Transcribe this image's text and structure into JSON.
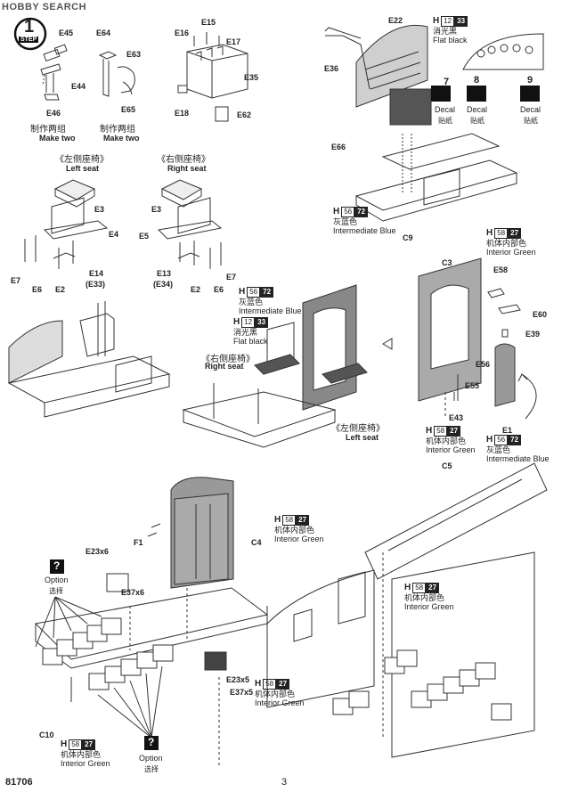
{
  "watermark": "HOBBY SEARCH",
  "step": {
    "label": "STEP",
    "number": "1"
  },
  "footer": {
    "code": "81706",
    "page": "3"
  },
  "parts": {
    "e45": "E45",
    "e44": "E44",
    "e46": "E46",
    "e64": "E64",
    "e63": "E63",
    "e65": "E65",
    "e16": "E16",
    "e15": "E15",
    "e17": "E17",
    "e35": "E35",
    "e18": "E18",
    "e62": "E62",
    "e22": "E22",
    "e36": "E36",
    "e66": "E66",
    "c9": "C9",
    "e3a": "E3",
    "e4": "E4",
    "e7a": "E7",
    "e6a": "E6",
    "e2a": "E2",
    "e14": "E14",
    "e33": "(E33)",
    "e3b": "E3",
    "e5": "E5",
    "e7b": "E7",
    "e6b": "E6",
    "e2b": "E2",
    "e13": "E13",
    "e34": "(E34)",
    "c3": "C3",
    "e58": "E58",
    "e60": "E60",
    "e39": "E39",
    "e56": "E56",
    "e55": "E55",
    "e43": "E43",
    "e1": "E1",
    "c5": "C5",
    "f1": "F1",
    "c4": "C4",
    "e23x6": "E23x6",
    "e37x6": "E37x6",
    "e23x5": "E23x5",
    "e37x5": "E37x5",
    "c10": "C10"
  },
  "make_two": {
    "cn": "制作两组",
    "en": "Make two"
  },
  "seats": {
    "left_cn": "《左侧座椅》",
    "left_en": "Left seat",
    "right_cn": "《右侧座椅》",
    "right_en": "Right seat"
  },
  "paints": {
    "flat_black": {
      "h": "H",
      "n1": "12",
      "n2": "33",
      "cn": "消光黑",
      "en": "Flat black"
    },
    "intermediate_blue": {
      "h": "H",
      "n1": "56",
      "n2": "72",
      "cn": "灰蓝色",
      "en": "Intermediate Blue"
    },
    "interior_green": {
      "h": "H",
      "n1": "58",
      "n2": "27",
      "cn": "机体内部色",
      "en": "Interior Green"
    }
  },
  "decals": [
    {
      "num": "7",
      "en": "Decal",
      "cn": "贴纸"
    },
    {
      "num": "8",
      "en": "Decal",
      "cn": "贴纸"
    },
    {
      "num": "9",
      "en": "Decal",
      "cn": "贴纸"
    }
  ],
  "option": {
    "en": "Option",
    "cn": "选择",
    "icon": "?"
  }
}
